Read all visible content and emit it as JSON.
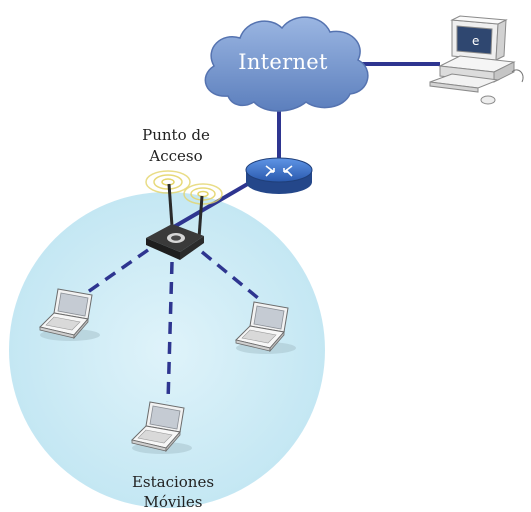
{
  "labels": {
    "internet": "Internet",
    "access_point_line1": "Punto de",
    "access_point_line2": "Acceso",
    "mobile_stations_line1": "Estaciones",
    "mobile_stations_line2": "Móviles"
  },
  "colors": {
    "coverage_area": "#c9eaf5",
    "cloud": "#6e90c8",
    "link": "#2e3590",
    "router": "#3a6fc9",
    "signal_rings": "#e9e08a"
  },
  "icons": [
    "cloud",
    "router-icon",
    "access-point-icon",
    "laptop-icon",
    "desktop-computer-icon"
  ]
}
